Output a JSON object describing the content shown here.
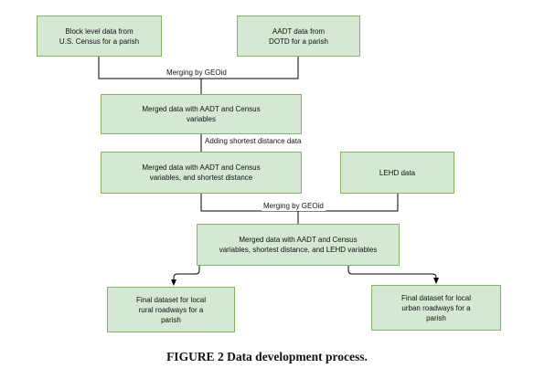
{
  "boxes": {
    "census": "Block level data from\nU.S. Census for a parish",
    "aadt": "AADT data from\nDOTD for a parish",
    "merged1": "Merged data with AADT and Census\nvariables",
    "merged2": "Merged data with AADT and Census\nvariables, and shortest distance",
    "lehd": "LEHD data",
    "merged3": "Merged data with AADT and Census\nvariables, shortest distance, and LEHD variables",
    "rural": "Final dataset for local\nrural roadways for a\nparish",
    "urban": "Final dataset for local\nurban roadways for a\nparish"
  },
  "labels": {
    "merge1": "Merging by GEOid",
    "shortest": "Adding shortest distance data",
    "merge2": "Merging by GEOid"
  },
  "caption": "FIGURE 2  Data development process.",
  "colors": {
    "box_fill": "#d5e8d4",
    "box_border": "#82b366",
    "line": "#000000"
  }
}
